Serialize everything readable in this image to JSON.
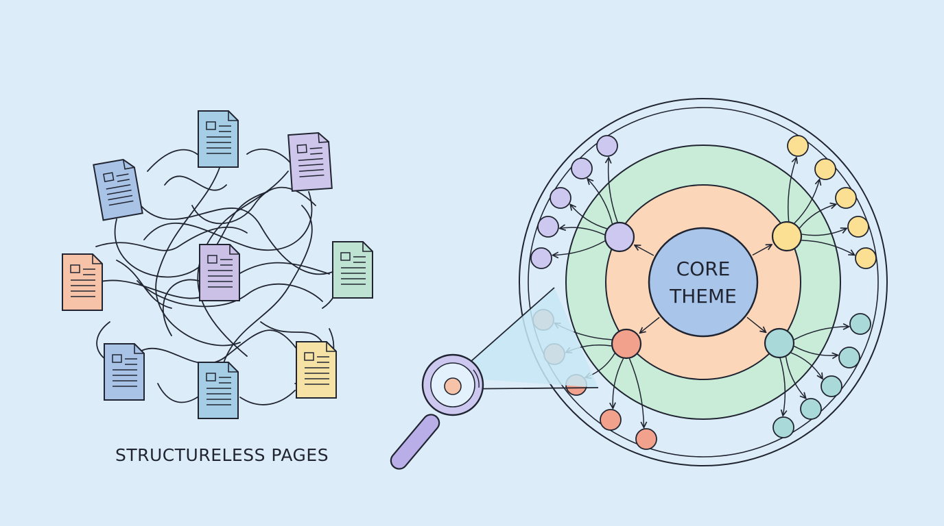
{
  "left_panel": {
    "caption": "STRUCTURELESS PAGES",
    "document_colors": [
      "#a9c3e6",
      "#a6cde6",
      "#cfc6ec",
      "#f6c3a8",
      "#cbc1e6",
      "#bfe3d2",
      "#a9c3e6",
      "#a6cde6",
      "#f7e2a6"
    ]
  },
  "right_panel": {
    "core_label_line1": "CORE",
    "core_label_line2": "THEME",
    "tool_icon": "magnifier-icon",
    "colors": {
      "outer_ring": "#dcecf8",
      "green_ring": "#c9ecd9",
      "orange_ring": "#fbd6b8",
      "core": "#a9c6ea",
      "purple_hub": "#cdc8f0",
      "yellow_hub": "#fbdf92",
      "red_hub": "#f2a28c",
      "teal_hub": "#a9d9d8",
      "magnifier_handle": "#b9aee8",
      "lens_beam": "#c7e8f5"
    }
  }
}
